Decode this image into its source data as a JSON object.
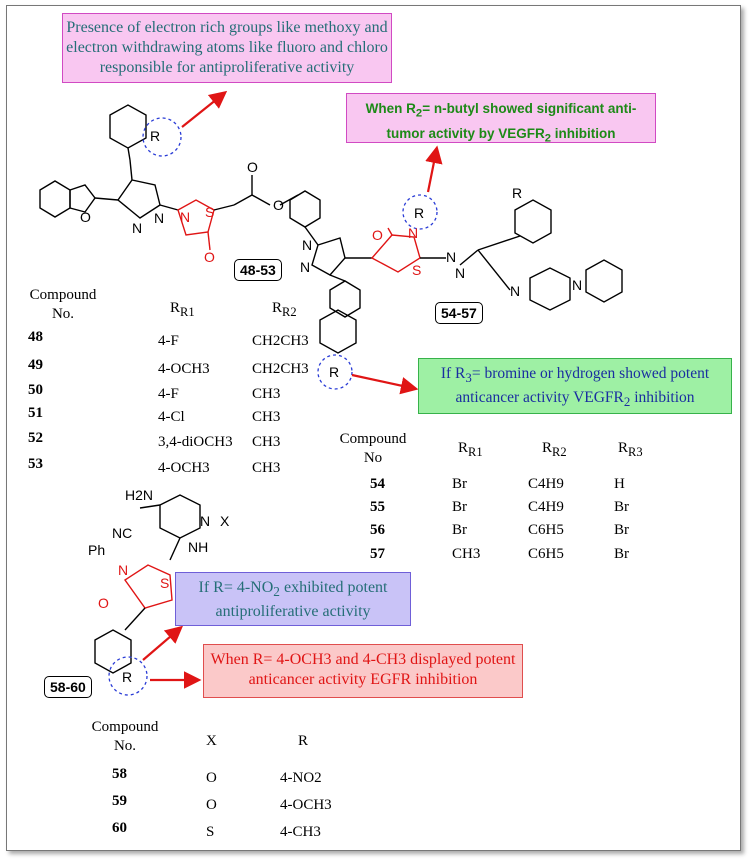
{
  "notes": {
    "n1": "Presence of electron rich groups like methoxy and electron withdrawing atoms like fluoro and chloro responsible for antiproliferative activity",
    "n2_pre": "When R",
    "n2_sub": "2",
    "n2_mid": "= n-butyl showed significant anti-tumor activity by  VEGFR",
    "n2_sub2": "2",
    "n2_post": " inhibition",
    "n3_pre": "If R",
    "n3_sub": "3",
    "n3_mid": "= bromine or hydrogen showed potent anticancer activity VEGFR",
    "n3_sub2": "2",
    "n3_post": " inhibition",
    "n4_pre": "If R= 4-NO",
    "n4_sub": "2",
    "n4_post": " exhibited potent antiproliferative activity",
    "n5": "When R= 4-OCH3 and 4-CH3 displayed potent anticancer activity EGFR inhibition"
  },
  "labels": {
    "s1": "48-53",
    "s2": "54-57",
    "s3": "58-60"
  },
  "table1": {
    "h_compound": "Compound",
    "h_no": "No.",
    "h_r1": "R",
    "h_r2": "R",
    "rows": [
      {
        "no": "48",
        "r1": "4-F",
        "r2": "CH2CH3"
      },
      {
        "no": "49",
        "r1": "4-OCH3",
        "r2": "CH2CH3"
      },
      {
        "no": "50",
        "r1": "4-F",
        "r2": "CH3"
      },
      {
        "no": "51",
        "r1": "4-Cl",
        "r2": "CH3"
      },
      {
        "no": "52",
        "r1": "3,4-diOCH3",
        "r2": "CH3"
      },
      {
        "no": "53",
        "r1": "4-OCH3",
        "r2": "CH3"
      }
    ]
  },
  "table2": {
    "h_compound": "Compound",
    "h_no": "No",
    "rows": [
      {
        "no": "54",
        "r1": "Br",
        "r2": "C4H9",
        "r3": "H"
      },
      {
        "no": "55",
        "r1": "Br",
        "r2": "C4H9",
        "r3": "Br"
      },
      {
        "no": "56",
        "r1": "Br",
        "r2": "C6H5",
        "r3": "Br"
      },
      {
        "no": "57",
        "r1": "CH3",
        "r2": "C6H5",
        "r3": "Br"
      }
    ]
  },
  "table3": {
    "h_compound": "Compound",
    "h_no": "No.",
    "h_x": "X",
    "h_r": "R",
    "rows": [
      {
        "no": "58",
        "x": "O",
        "r": "4-NO2"
      },
      {
        "no": "59",
        "x": "O",
        "r": "4-OCH3"
      },
      {
        "no": "60",
        "x": "S",
        "r": "4-CH3"
      }
    ]
  },
  "atoms": {
    "O": "O",
    "N": "N",
    "S": "S",
    "R": "R",
    "Ph": "Ph",
    "X": "X",
    "H2N": "H2N",
    "NC": "NC",
    "NH": "NH",
    "R1": "R1",
    "R2": "R2",
    "R3": "R3"
  }
}
